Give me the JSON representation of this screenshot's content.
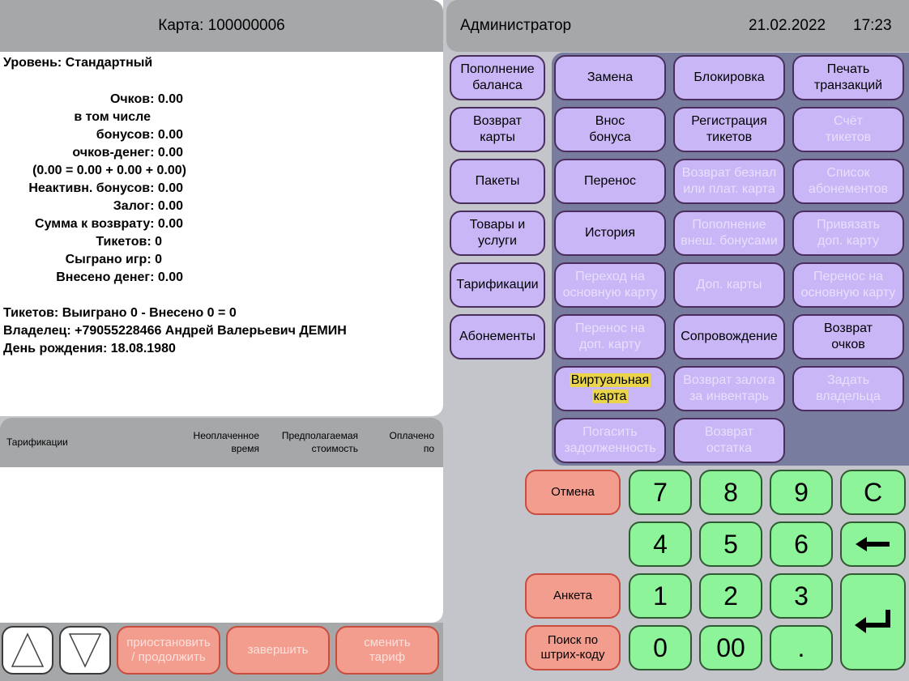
{
  "card": {
    "header": "Карта: 100000006",
    "level": "Уровень: Стандартный",
    "points": "Очков: 0.00",
    "including": "в том числе",
    "bonuses": "бонусов: 0.00",
    "points_money": "очков-денег: 0.00",
    "formula": "(0.00 = 0.00 + 0.00 + 0.00)",
    "inactive_bonuses": "Неактивн. бонусов: 0.00",
    "deposit": "Залог: 0.00",
    "refund_sum": "Сумма к возврату: 0.00",
    "tickets": "Тикетов: 0",
    "games_played": "Сыграно игр: 0",
    "money_deposited": "Внесено денег: 0.00",
    "tickets_summary": "Тикетов: Выиграно 0 - Внесено 0 = 0",
    "owner": "Владелец: +79055228466 Андрей Валерьевич ДЕМИН",
    "birthday": "День рождения: 18.08.1980"
  },
  "tariffs_table": {
    "col_tariffs": "Тарификации",
    "col_unpaid_1": "Неоплаченное",
    "col_unpaid_2": "время",
    "col_cost_1": "Предполагаемая",
    "col_cost_2": "стоимость",
    "col_paid_1": "Оплачено",
    "col_paid_2": "по"
  },
  "bottom_bar": {
    "suspend_1": "приостановить",
    "suspend_2": "/ продолжить",
    "finish": "завершить",
    "change_1": "сменить",
    "change_2": "тариф"
  },
  "header": {
    "user": "Администратор",
    "date": "21.02.2022",
    "time": "17:23"
  },
  "side_buttons": {
    "topup_1": "Пополнение",
    "topup_2": "баланса",
    "return_card_1": "Возврат",
    "return_card_2": "карты",
    "packages": "Пакеты",
    "goods_1": "Товары и",
    "goods_2": "услуги",
    "tariffs": "Тарификации",
    "subscriptions": "Абонементы"
  },
  "grid_buttons": {
    "replace": "Замена",
    "block": "Блокировка",
    "print_1": "Печать",
    "print_2": "транзакций",
    "add_bonus_1": "Внос",
    "add_bonus_2": "бонуса",
    "reg_tickets_1": "Регистрация",
    "reg_tickets_2": "тикетов",
    "ticket_count_1": "Счёт",
    "ticket_count_2": "тикетов",
    "transfer": "Перенос",
    "cashless_1": "Возврат безнал",
    "cashless_2": "или плат. карта",
    "sub_list_1": "Список",
    "sub_list_2": "абонементов",
    "history": "История",
    "ext_bonus_1": "Пополнение",
    "ext_bonus_2": "внеш. бонусами",
    "bind_1": "Привязать",
    "bind_2": "доп. карту",
    "to_main_1": "Переход на",
    "to_main_2": "основную карту",
    "extra_cards": "Доп. карты",
    "move_main_1": "Перенос на",
    "move_main_2": "основную карту",
    "move_extra_1": "Перенос на",
    "move_extra_2": "доп. карту",
    "escort": "Сопровождение",
    "return_points_1": "Возврат",
    "return_points_2": "очков",
    "virtual_1": "Виртуальная",
    "virtual_2": "карта",
    "return_deposit_1": "Возврат залога",
    "return_deposit_2": "за инвентарь",
    "set_owner_1": "Задать",
    "set_owner_2": "владельца",
    "pay_debt_1": "Погасить",
    "pay_debt_2": "задолженность",
    "return_rest_1": "Возврат",
    "return_rest_2": "остатка"
  },
  "keypad": {
    "cancel": "Отмена",
    "form": "Анкета",
    "barcode_1": "Поиск по",
    "barcode_2": "штрих-коду",
    "k7": "7",
    "k8": "8",
    "k9": "9",
    "clear": "C",
    "k4": "4",
    "k5": "5",
    "k6": "6",
    "k1": "1",
    "k2": "2",
    "k3": "3",
    "k0": "0",
    "k00": "00",
    "dot": "."
  },
  "colors": {
    "panel_gray": "#a6a7a9",
    "purple_button": "#c8b6f6",
    "dark_area": "#787c9e",
    "green_key": "#8ef49a",
    "salmon_button": "#f39d8f",
    "highlight": "#e9d44a"
  }
}
